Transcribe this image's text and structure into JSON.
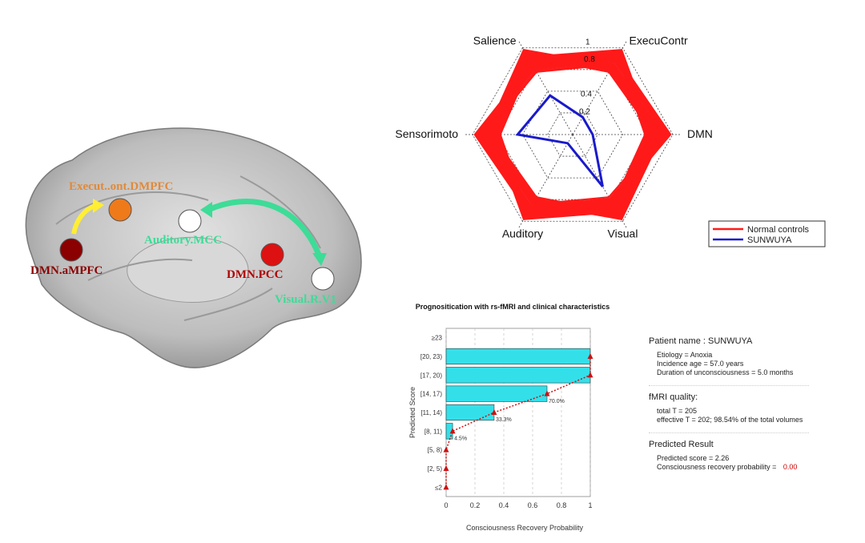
{
  "brain": {
    "nodes": [
      {
        "label": "Execut..ont.DMPFC",
        "color": "#ef7a1a",
        "label_color": "#e08a3a"
      },
      {
        "label": "Auditory.MCC",
        "color": "#ffffff",
        "label_color": "#3ddc97"
      },
      {
        "label": "DMN.aMPFC",
        "color": "#8b0000",
        "label_color": "#8b0000"
      },
      {
        "label": "DMN.PCC",
        "color": "#dd1111",
        "label_color": "#b00000"
      },
      {
        "label": "Visual.R.V1",
        "color": "#ffffff",
        "label_color": "#3ddc97"
      }
    ],
    "arrow_colors": {
      "yellow": "#ffee33",
      "green": "#3ddc97"
    }
  },
  "chart_data": [
    {
      "type": "radar",
      "axes": [
        "Salience",
        "ExecuContr",
        "DMN",
        "Visual",
        "Auditory",
        "Sensorimoto"
      ],
      "radial_ticks": [
        "0.2",
        "0.4",
        "0.8",
        "1"
      ],
      "rlim": [
        0,
        1
      ],
      "series": [
        {
          "name": "Normal controls",
          "color": "#ff1a1a",
          "values_min": [
            0.72,
            0.72,
            0.72,
            0.72,
            0.72,
            0.72
          ],
          "values_max": [
            0.98,
            0.98,
            0.98,
            0.98,
            0.98,
            0.98
          ]
        },
        {
          "name": "SUNWUYA",
          "color": "#1a1acc",
          "values": [
            0.45,
            0.2,
            0.2,
            0.6,
            0.1,
            0.55
          ]
        }
      ],
      "legend": "bottom-right"
    },
    {
      "type": "bar",
      "title": "Prognositication with rs-fMRI and clinical characteristics",
      "xlabel": "Consciousness Recovery Probability",
      "ylabel": "Predicted Score",
      "categories": [
        "≤2",
        "[2, 5)",
        "[5, 8)",
        "[8, 11)",
        "[11, 14)",
        "[14, 17)",
        "[17, 20)",
        "[20, 23)",
        "≥23"
      ],
      "values": [
        0.0,
        0.0,
        0.0,
        0.045,
        0.333,
        0.7,
        1.0,
        1.0,
        null
      ],
      "data_labels": [
        "",
        "",
        "",
        "4.5%",
        "33.3%",
        "70.0%",
        "",
        "",
        ""
      ],
      "xticks": [
        "0",
        "0.2",
        "0.4",
        "0.6",
        "0.8",
        "1"
      ],
      "xlim": [
        0,
        1
      ],
      "bar_color": "#33e0ea",
      "line_color": "#cc1111"
    }
  ],
  "info": {
    "patient": "Patient name : SUNWUYA",
    "etiology": "Etiology = Anoxia",
    "age": "Incidence age = 57.0 years",
    "duration": "Duration of unconsciousness =  5.0 months",
    "fmri_title": "fMRI quality:",
    "total_t": "total T = 205",
    "effective_t": "effective T = 202; 98.54% of the total volumes",
    "result_title": "Predicted Result",
    "score": "Predicted score = 2.26",
    "prob_label": "Consciousness recovery probability =",
    "prob_value": "0.00"
  }
}
